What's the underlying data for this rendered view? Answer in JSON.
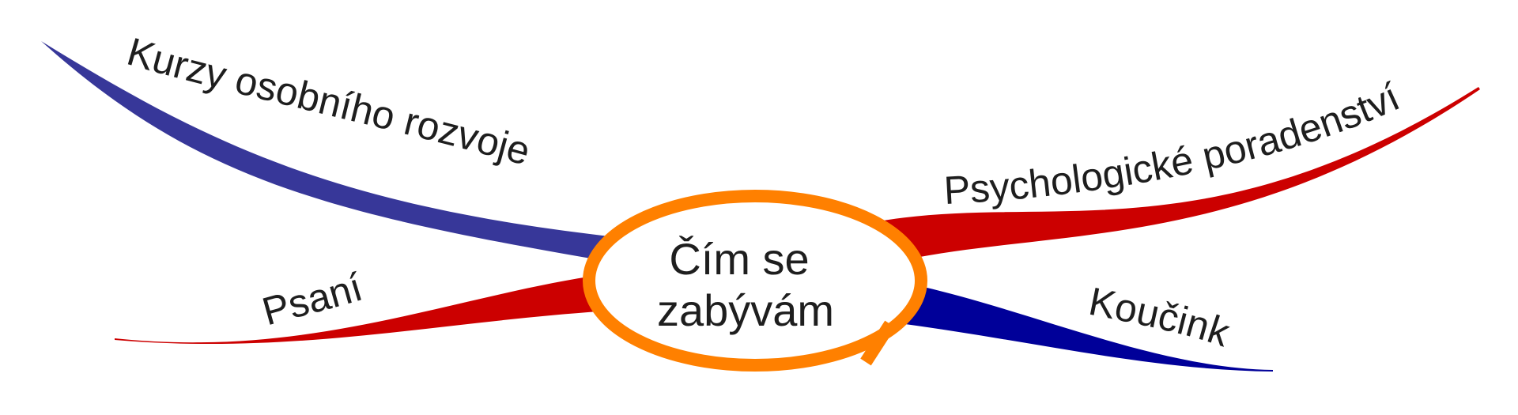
{
  "center": {
    "line1": "Čím se",
    "line2": "zabývám",
    "ring_color": "#FF8000"
  },
  "branches": [
    {
      "id": "kurzy",
      "label": "Kurzy osobního rozvoje",
      "color": "#373799"
    },
    {
      "id": "psani",
      "label": "Psaní",
      "color": "#CC0000"
    },
    {
      "id": "psychologicke",
      "label": "Psychologické poradenství",
      "color": "#CC0000"
    },
    {
      "id": "koucink",
      "label": "Koučink",
      "color": "#000099"
    }
  ]
}
